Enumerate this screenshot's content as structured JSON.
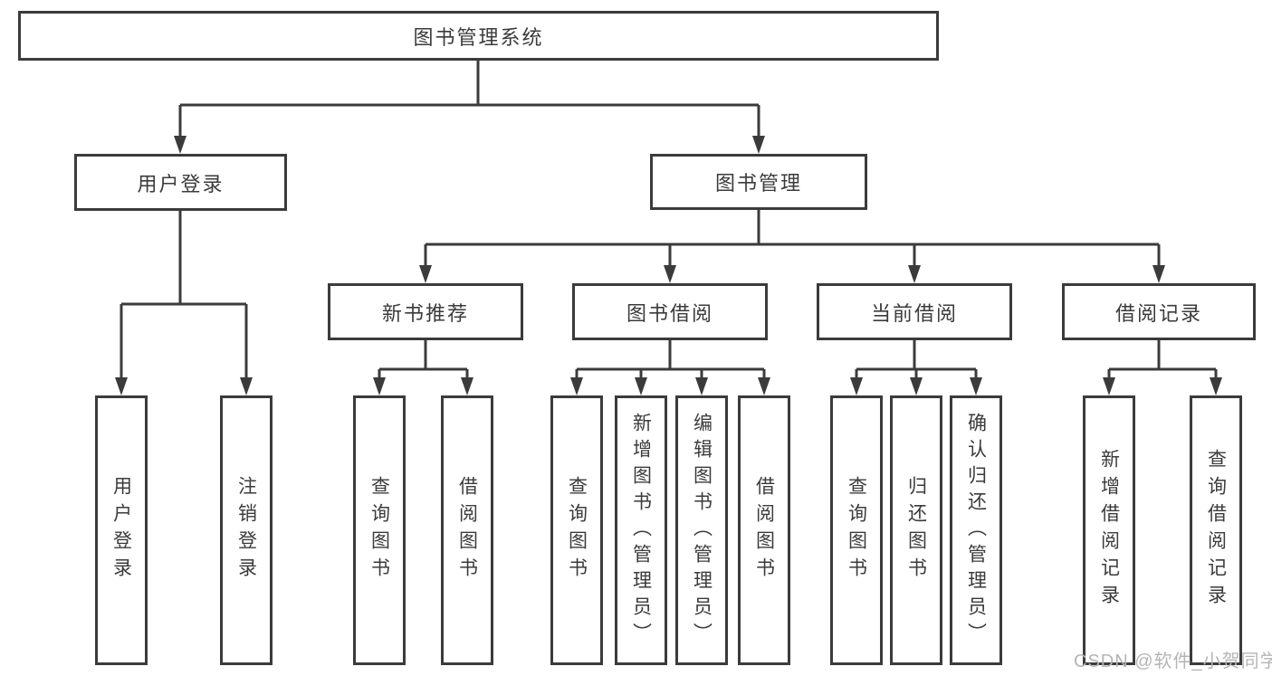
{
  "diagram": {
    "title": "图书管理系统",
    "level2": {
      "user_login": "用户登录",
      "book_mgmt": "图书管理"
    },
    "level3": {
      "new_books": "新书推荐",
      "book_borrow": "图书借阅",
      "current_borrow": "当前借阅",
      "borrow_records": "借阅记录"
    },
    "leaves": {
      "login": [
        "用户登录",
        "注销登录"
      ],
      "new_books": [
        "查询图书",
        "借阅图书"
      ],
      "book_borrow": [
        "查询图书",
        "新增图书（管理员）",
        "编辑图书（管理员）",
        "借阅图书"
      ],
      "current_borrow": [
        "查询图书",
        "归还图书",
        "确认归还（管理员）"
      ],
      "borrow_records": [
        "新增借阅记录",
        "查询借阅记录"
      ]
    }
  },
  "watermark": {
    "text": "CSDN @软件_小贺同学",
    "color": "#b5b5b5"
  },
  "colors": {
    "line": "#3b3b3b",
    "box_border": "#3b3b3b",
    "text": "#3b3b3b",
    "background": "#ffffff"
  }
}
